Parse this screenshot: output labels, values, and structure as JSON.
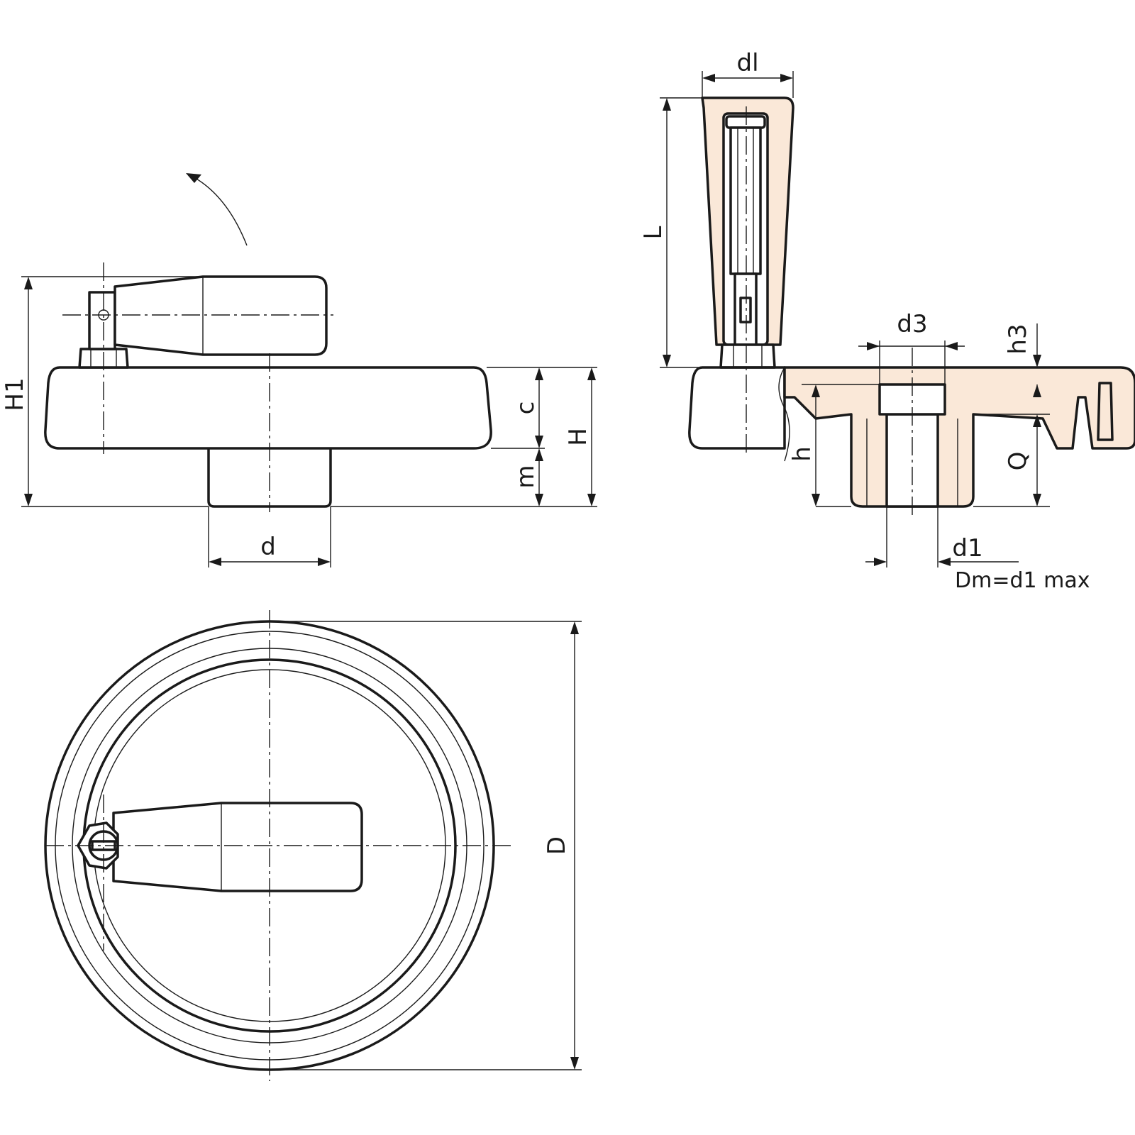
{
  "colors": {
    "line": "#1a1a1a",
    "section_fill": "#fae8d8",
    "background": "#ffffff"
  },
  "labels": {
    "side_view": {
      "H1": "H1",
      "c": "c",
      "H": "H",
      "m": "m",
      "d": "d"
    },
    "section_view": {
      "dl": "dl",
      "L": "L",
      "d3": "d3",
      "h3": "h3",
      "h": "h",
      "Q": "Q",
      "d1": "d1",
      "note": "Dm=d1 max"
    },
    "top_view": {
      "D": "D"
    }
  }
}
